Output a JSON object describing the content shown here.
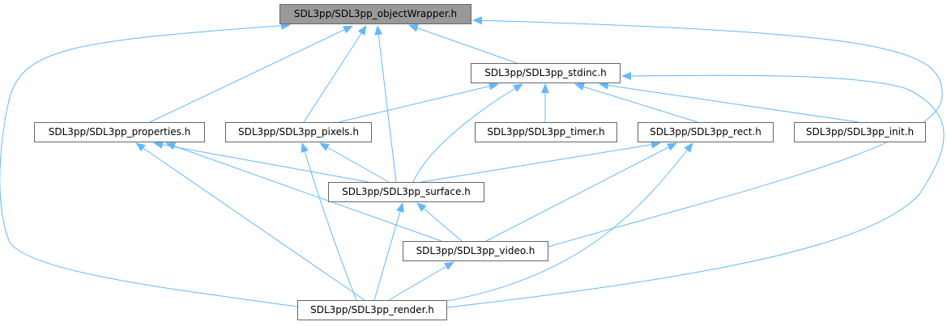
{
  "graph": {
    "nodes": [
      {
        "id": "objectWrapper",
        "label": "SDL3pp/SDL3pp_objectWrapper.h",
        "highlighted": true
      },
      {
        "id": "stdinc",
        "label": "SDL3pp/SDL3pp_stdinc.h"
      },
      {
        "id": "properties",
        "label": "SDL3pp/SDL3pp_properties.h"
      },
      {
        "id": "pixels",
        "label": "SDL3pp/SDL3pp_pixels.h"
      },
      {
        "id": "timer",
        "label": "SDL3pp/SDL3pp_timer.h"
      },
      {
        "id": "rect",
        "label": "SDL3pp/SDL3pp_rect.h"
      },
      {
        "id": "init",
        "label": "SDL3pp/SDL3pp_init.h"
      },
      {
        "id": "surface",
        "label": "SDL3pp/SDL3pp_surface.h"
      },
      {
        "id": "video",
        "label": "SDL3pp/SDL3pp_video.h"
      },
      {
        "id": "render",
        "label": "SDL3pp/SDL3pp_render.h"
      }
    ],
    "edges": [
      {
        "from": "stdinc",
        "to": "objectWrapper"
      },
      {
        "from": "properties",
        "to": "objectWrapper"
      },
      {
        "from": "pixels",
        "to": "objectWrapper"
      },
      {
        "from": "surface",
        "to": "objectWrapper"
      },
      {
        "from": "render",
        "to": "objectWrapper"
      },
      {
        "from": "video",
        "to": "objectWrapper"
      },
      {
        "from": "pixels",
        "to": "stdinc"
      },
      {
        "from": "timer",
        "to": "stdinc"
      },
      {
        "from": "rect",
        "to": "stdinc"
      },
      {
        "from": "init",
        "to": "stdinc"
      },
      {
        "from": "surface",
        "to": "stdinc"
      },
      {
        "from": "render",
        "to": "stdinc"
      },
      {
        "from": "surface",
        "to": "properties"
      },
      {
        "from": "video",
        "to": "properties"
      },
      {
        "from": "render",
        "to": "properties"
      },
      {
        "from": "surface",
        "to": "pixels"
      },
      {
        "from": "render",
        "to": "pixels"
      },
      {
        "from": "surface",
        "to": "rect"
      },
      {
        "from": "video",
        "to": "rect"
      },
      {
        "from": "render",
        "to": "rect"
      },
      {
        "from": "video",
        "to": "surface"
      },
      {
        "from": "render",
        "to": "surface"
      },
      {
        "from": "render",
        "to": "video"
      }
    ]
  },
  "colors": {
    "edge": "#63b8ff",
    "node_border": "#666666",
    "node_fill": "#ffffff",
    "highlight_fill": "#999999"
  }
}
